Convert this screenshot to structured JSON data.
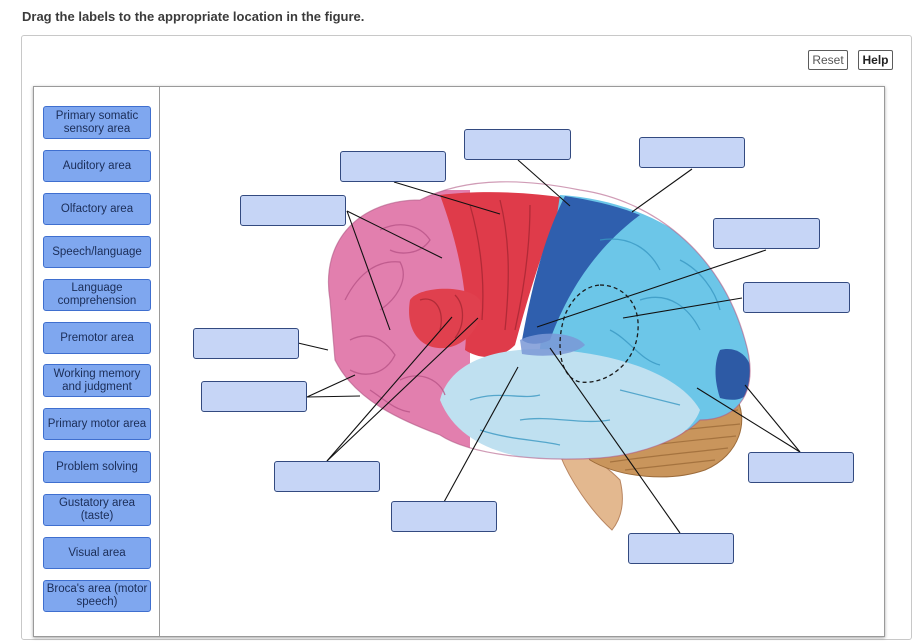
{
  "instructions": "Drag the labels to the appropriate location in the figure.",
  "toolbar": {
    "reset_label": "Reset",
    "help_label": "Help"
  },
  "label_bank": [
    "Primary somatic sensory area",
    "Auditory area",
    "Olfactory area",
    "Speech/language",
    "Language comprehension",
    "Premotor area",
    "Working memory and judgment",
    "Primary motor area",
    "Problem solving",
    "Gustatory area (taste)",
    "Visual area",
    "Broca's area (motor speech)"
  ],
  "colors": {
    "chip_fill": "#7fa7ef",
    "drop_fill": "#c6d5f6",
    "frontal_pink": "#e27fae",
    "motor_red": "#df3b4a",
    "sensory_blue": "#2f5fae",
    "parietal_lightblue": "#6cc6e8",
    "temporal_paleblue": "#bfe0f0",
    "occipital_blue": "#2d5aa5",
    "cerebellum_tan": "#c9955c"
  }
}
